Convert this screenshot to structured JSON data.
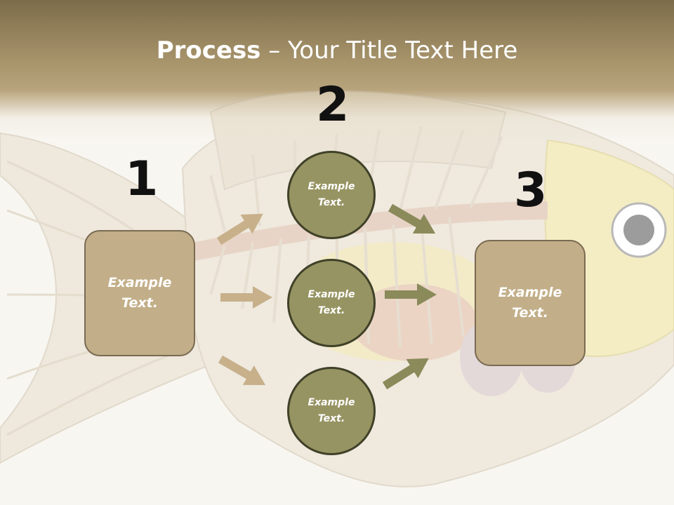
{
  "title": {
    "bold": "Process",
    "rest": " – Your Title Text Here"
  },
  "steps": [
    {
      "number": "1",
      "text_line1": "Example",
      "text_line2": "Text."
    },
    {
      "number": "2"
    },
    {
      "number": "3",
      "text_line1": "Example",
      "text_line2": "Text."
    }
  ],
  "circles": [
    {
      "line1": "Example",
      "line2": "Text."
    },
    {
      "line1": "Example",
      "line2": "Text."
    },
    {
      "line1": "Example",
      "line2": "Text."
    }
  ],
  "colors": {
    "header_dark": "#7d6c4a",
    "box_fill": "#c2ae88",
    "circle_fill": "#979463",
    "arrow_left": "#c7b08a",
    "arrow_right": "#8a8a5a"
  },
  "icons": [
    "fish-skeleton-illustration",
    "arrow-icon"
  ]
}
